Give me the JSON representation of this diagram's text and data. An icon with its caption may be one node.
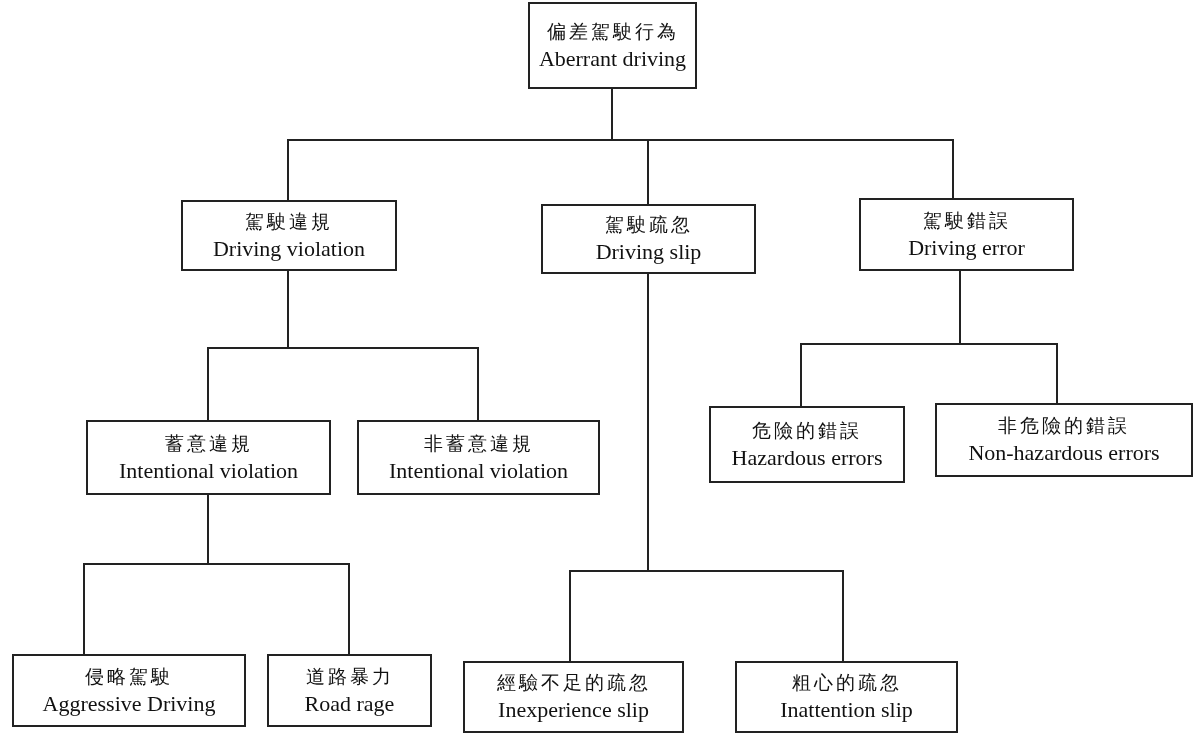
{
  "diagram": {
    "nodes": [
      {
        "text": [
          "偏差駕駛行為",
          "Aberrant driving"
        ]
      },
      {
        "text": [
          "駕駛違規",
          "Driving violation"
        ]
      },
      {
        "text": [
          "駕駛疏忽",
          "Driving slip"
        ]
      },
      {
        "text": [
          "駕駛錯誤",
          "Driving error"
        ]
      },
      {
        "text": [
          "蓄意違規",
          "Intentional violation"
        ]
      },
      {
        "text": [
          "非蓄意違規",
          "Intentional violation"
        ]
      },
      {
        "text": [
          "危險的錯誤",
          "Hazardous errors"
        ]
      },
      {
        "text": [
          "非危險的錯誤",
          "Non-hazardous errors"
        ]
      },
      {
        "text": [
          "侵略駕駛",
          "Aggressive Driving"
        ]
      },
      {
        "text": [
          "道路暴力",
          "Road rage"
        ]
      },
      {
        "text": [
          "經驗不足的疏忽",
          "Inexperience slip"
        ]
      },
      {
        "text": [
          "粗心的疏忽",
          "Inattention slip"
        ]
      }
    ],
    "edges": [
      {
        "from": 0,
        "to": 1,
        "arrow": "none"
      },
      {
        "from": 0,
        "to": 2,
        "arrow": "none"
      },
      {
        "from": 0,
        "to": 3,
        "arrow": "none"
      },
      {
        "from": 1,
        "to": 4,
        "arrow": "none"
      },
      {
        "from": 1,
        "to": 5,
        "arrow": "none"
      },
      {
        "from": 3,
        "to": 6,
        "arrow": "none"
      },
      {
        "from": 3,
        "to": 7,
        "arrow": "none"
      },
      {
        "from": 4,
        "to": 8,
        "arrow": "none"
      },
      {
        "from": 4,
        "to": 9,
        "arrow": "none"
      },
      {
        "from": 2,
        "to": 10,
        "arrow": "none"
      },
      {
        "from": 2,
        "to": 11,
        "arrow": "none"
      }
    ]
  }
}
